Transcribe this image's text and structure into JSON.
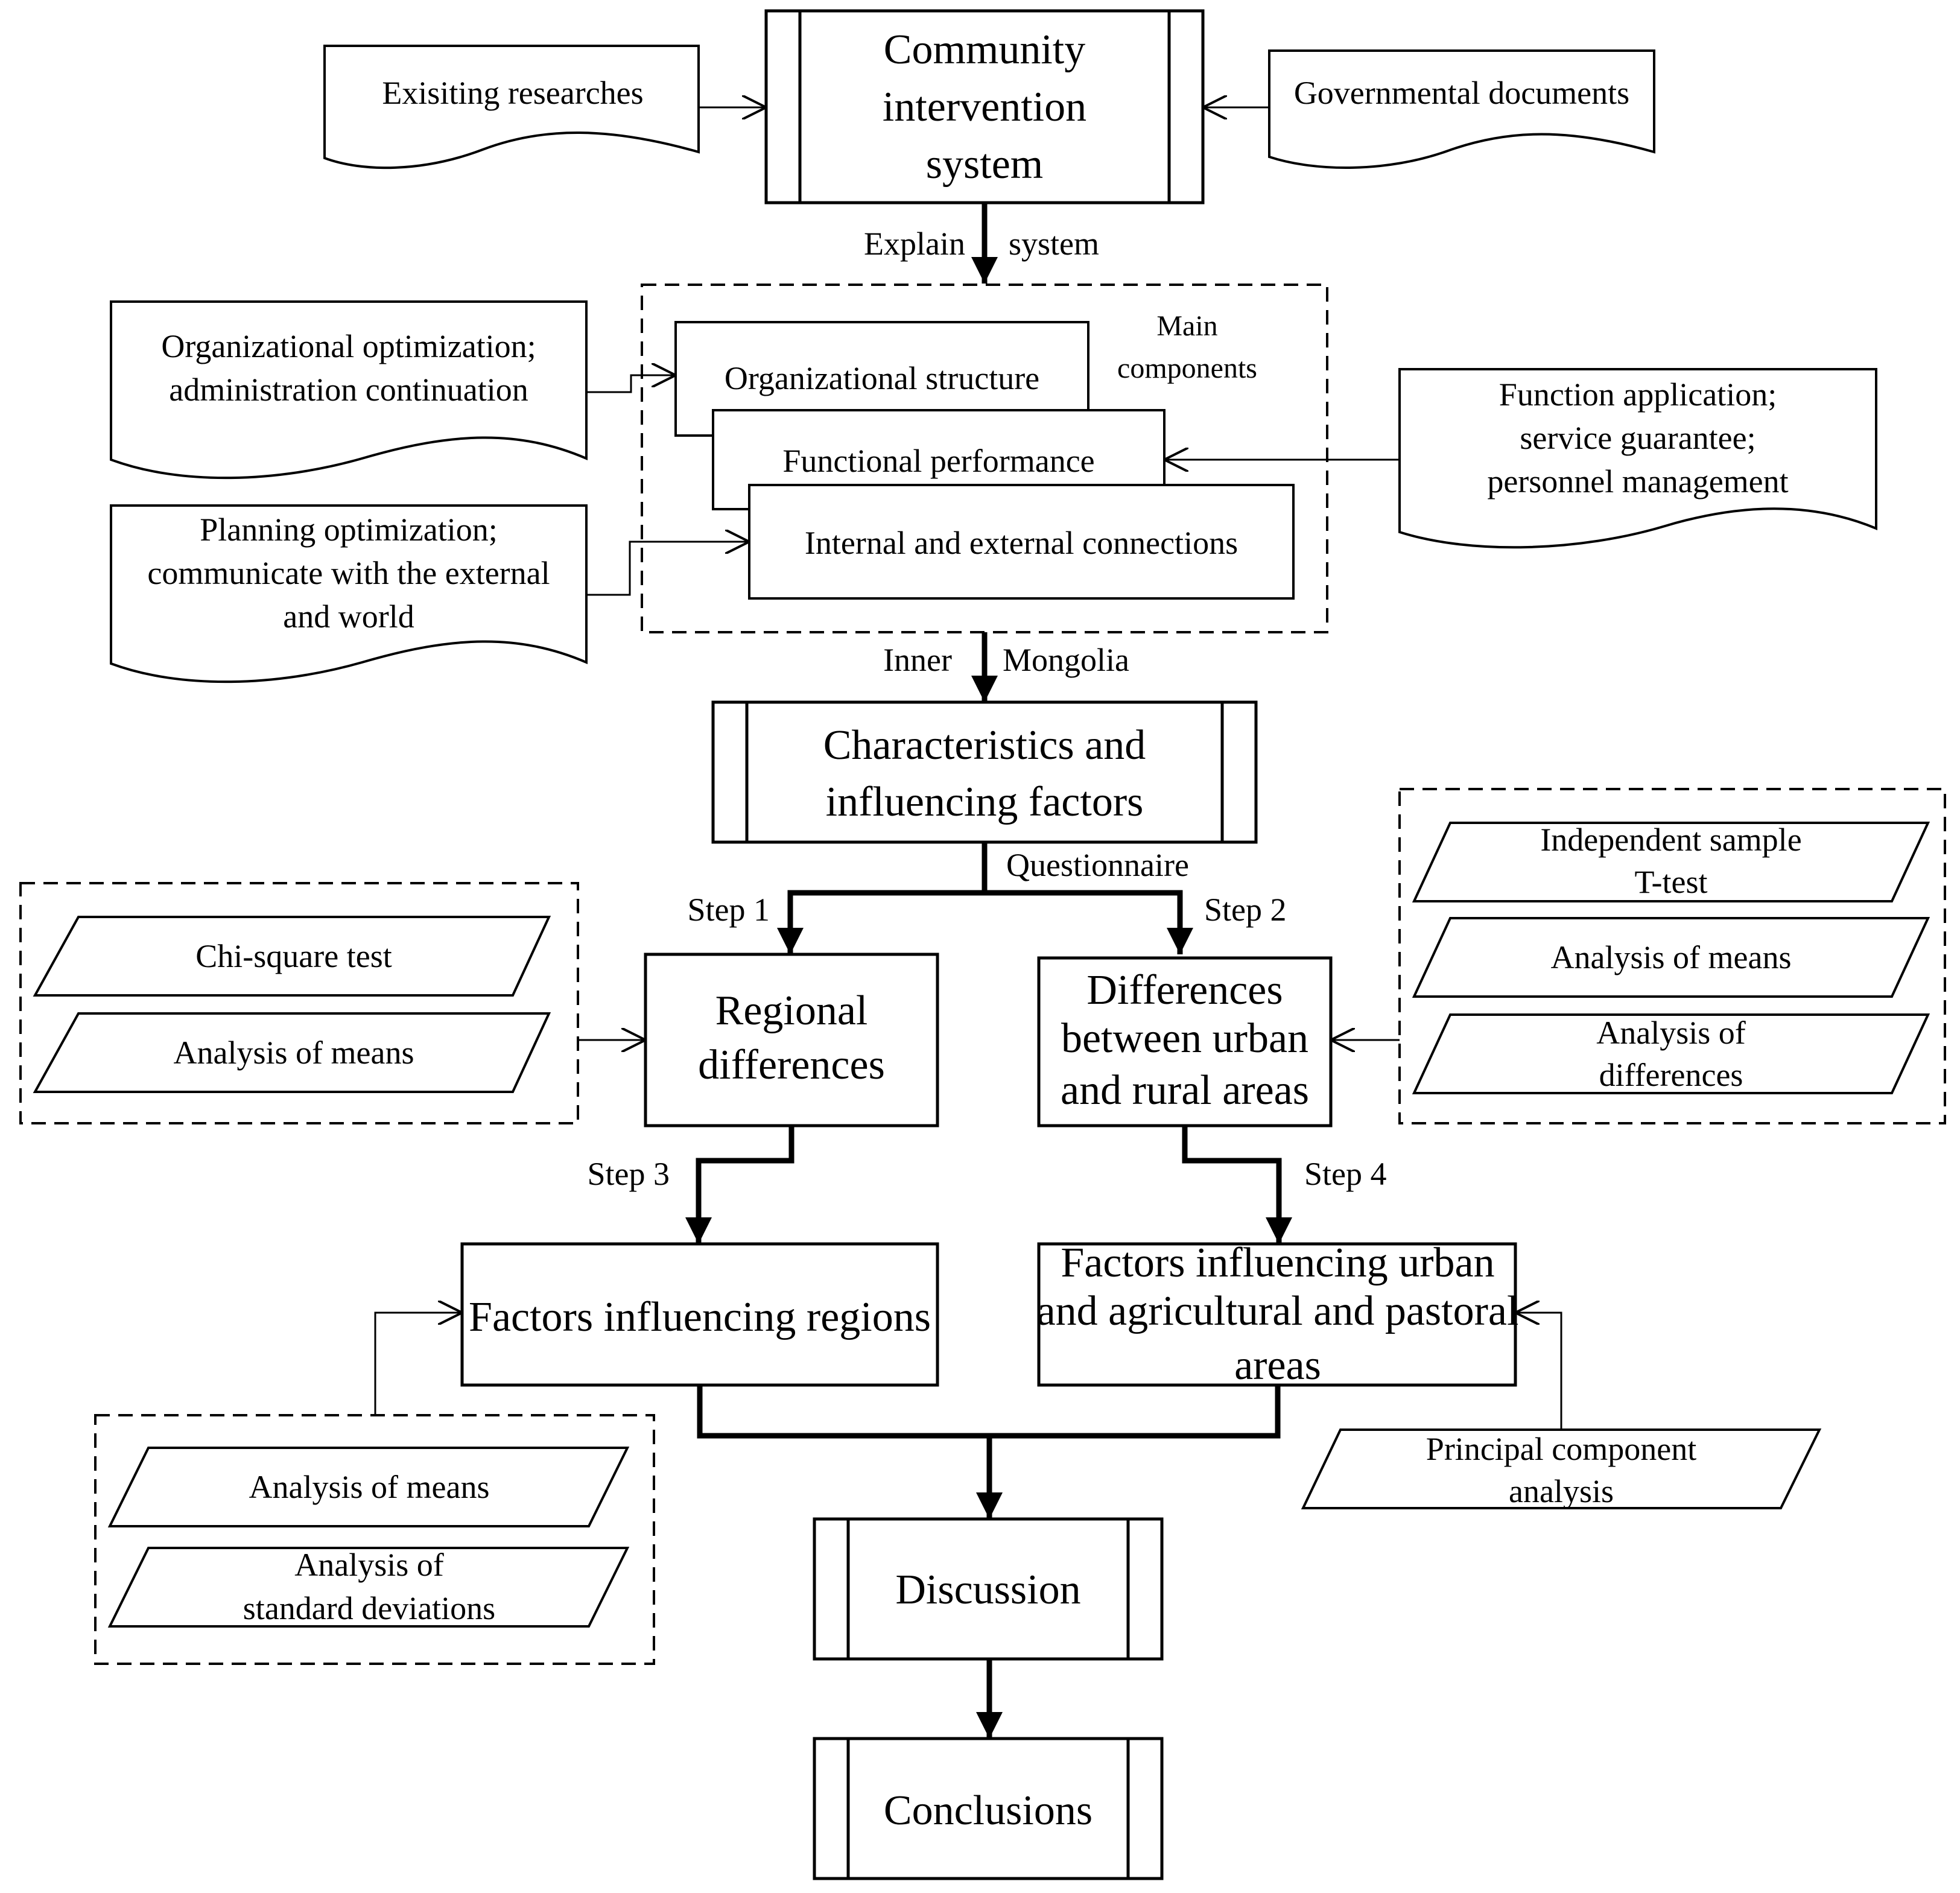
{
  "nodes": {
    "community": [
      "Community",
      "intervention",
      "system"
    ],
    "existing_research": "Exisiting researches",
    "gov_docs": "Governmental documents",
    "org_opt": [
      "Organizational optimization;",
      "administration continuation"
    ],
    "plan_opt": [
      "Planning optimization;",
      "communicate with the external",
      "and world"
    ],
    "func_app": [
      "Function application;",
      "service guarantee;",
      "personnel management"
    ],
    "main_components": [
      "Main",
      "components"
    ],
    "org_structure": "Organizational structure",
    "func_perf": "Functional performance",
    "connections": "Internal and external connections",
    "characteristics": [
      "Characteristics and",
      "influencing factors"
    ],
    "regional": [
      "Regional",
      "differences"
    ],
    "urban_rural": [
      "Differences",
      "between urban",
      "and rural areas"
    ],
    "chi_square": "Chi-square test",
    "means_left": "Analysis of means",
    "t_test": [
      "Independent sample",
      "T-test"
    ],
    "means_right": "Analysis of means",
    "diff_analysis": [
      "Analysis of",
      "differences"
    ],
    "factors_regions": "Factors influencing regions",
    "factors_urban": [
      "Factors influencing urban",
      "and agricultural and pastoral",
      "areas"
    ],
    "means_bottom": "Analysis of means",
    "std_dev": [
      "Analysis of",
      "standard deviations"
    ],
    "pca": [
      "Principal component",
      "analysis"
    ],
    "discussion": "Discussion",
    "conclusions": "Conclusions"
  },
  "edges": {
    "explain": "Explain",
    "system": "system",
    "inner": "Inner",
    "mongolia": "Mongolia",
    "questionnaire": "Questionnaire",
    "step1": "Step 1",
    "step2": "Step 2",
    "step3": "Step 3",
    "step4": "Step 4"
  }
}
